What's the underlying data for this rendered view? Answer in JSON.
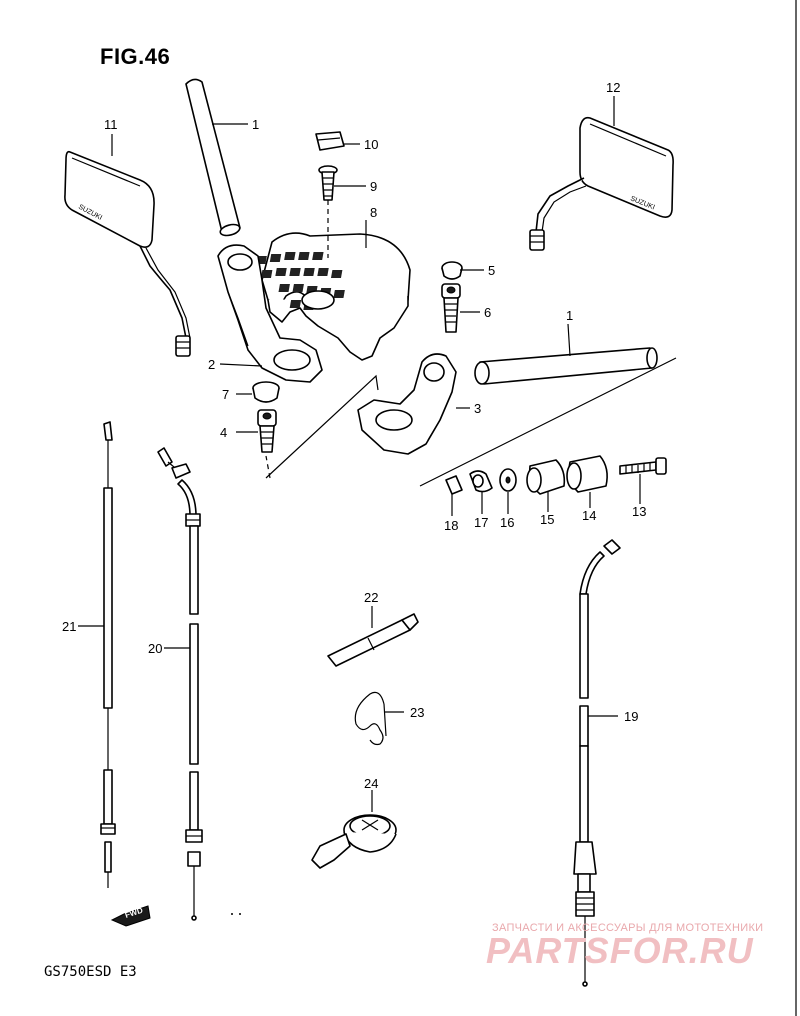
{
  "figure_title": "FIG.46",
  "model_code": "GS750ESD  E3",
  "fwd_label": "FWD",
  "mirror_brand": "SUZUKI",
  "watermark": {
    "line1": "ЗАПЧАСТИ И АКСЕССУАРЫ ДЛЯ МОТОТЕХНИКИ",
    "logo": "PARTSFOR.RU"
  },
  "callouts": [
    {
      "id": "c1a",
      "label": "1"
    },
    {
      "id": "c1b",
      "label": "1"
    },
    {
      "id": "c2",
      "label": "2"
    },
    {
      "id": "c3",
      "label": "3"
    },
    {
      "id": "c4",
      "label": "4"
    },
    {
      "id": "c5",
      "label": "5"
    },
    {
      "id": "c6",
      "label": "6"
    },
    {
      "id": "c7",
      "label": "7"
    },
    {
      "id": "c8",
      "label": "8"
    },
    {
      "id": "c9",
      "label": "9"
    },
    {
      "id": "c10",
      "label": "10"
    },
    {
      "id": "c11",
      "label": "11"
    },
    {
      "id": "c12",
      "label": "12"
    },
    {
      "id": "c13",
      "label": "13"
    },
    {
      "id": "c14",
      "label": "14"
    },
    {
      "id": "c15",
      "label": "15"
    },
    {
      "id": "c16",
      "label": "16"
    },
    {
      "id": "c17",
      "label": "17"
    },
    {
      "id": "c18",
      "label": "18"
    },
    {
      "id": "c19",
      "label": "19"
    },
    {
      "id": "c20",
      "label": "20"
    },
    {
      "id": "c21",
      "label": "21"
    },
    {
      "id": "c22",
      "label": "22"
    },
    {
      "id": "c23",
      "label": "23"
    },
    {
      "id": "c24",
      "label": "24"
    }
  ]
}
